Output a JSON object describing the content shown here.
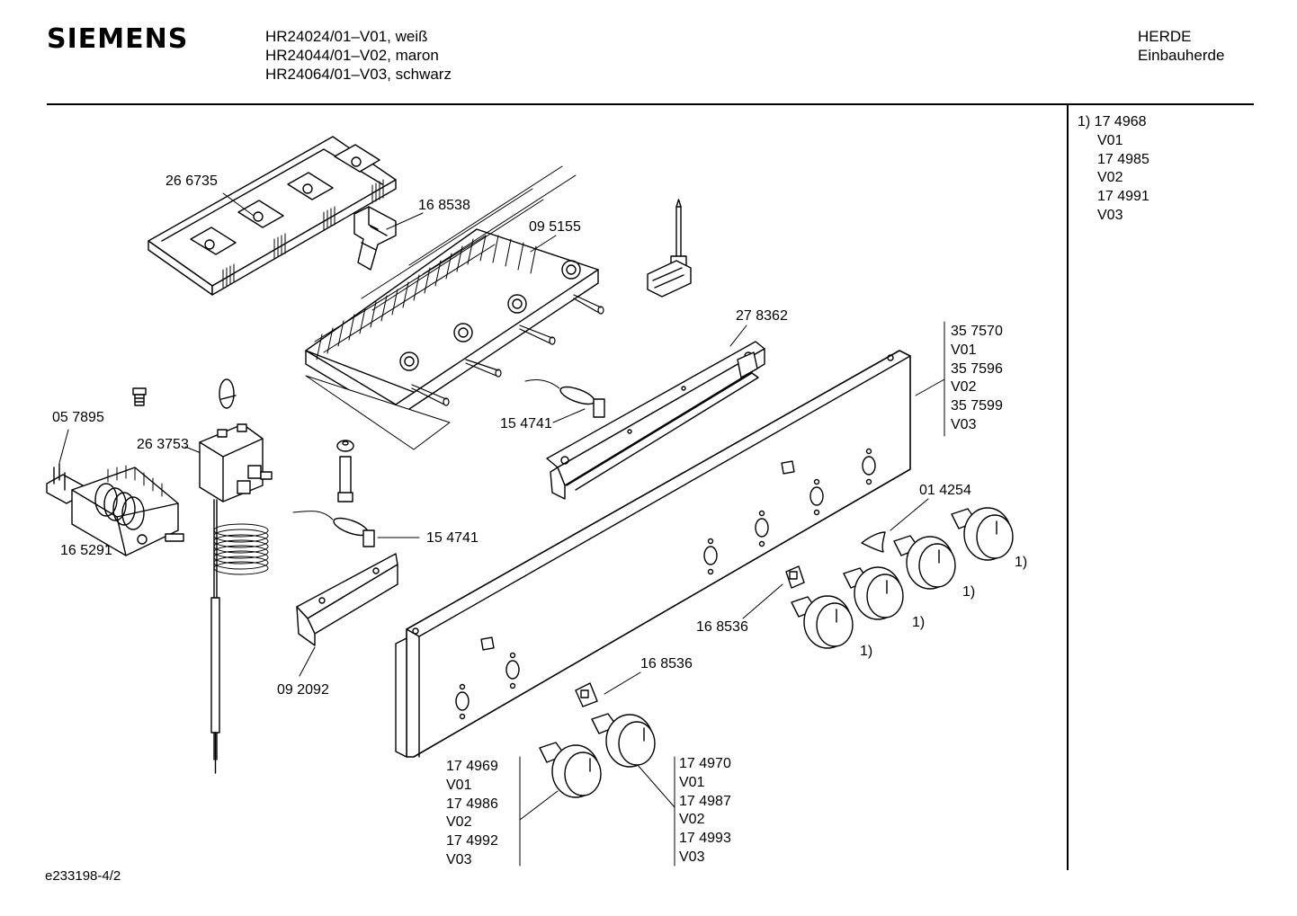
{
  "brand": "SIEMENS",
  "models": [
    "HR24024/01–V01, weiß",
    "HR24044/01–V02, maron",
    "HR24064/01–V03, schwarz"
  ],
  "category": [
    "HERDE",
    "Einbauherde"
  ],
  "side_note": [
    "1) 17 4968",
    "V01",
    "17 4985",
    "V02",
    "17 4991",
    "V03"
  ],
  "parts": {
    "p266735": "26 6735",
    "p168538": "16 8538",
    "p095155": "09 5155",
    "p278362": "27 8362",
    "p057895": "05 7895",
    "p263753": "26 3753",
    "p154741a": "15 4741",
    "p154741b": "15 4741",
    "p165291": "16 5291",
    "p014254": "01 4254",
    "p168536a": "16 8536",
    "p168536b": "16 8536",
    "p092092": "09 2092"
  },
  "panel_block": [
    "35 7570",
    "V01",
    "35 7596",
    "V02",
    "35 7599",
    "V03"
  ],
  "knob_block_left": [
    "17 4969",
    "V01",
    "17 4986",
    "V02",
    "17 4992",
    "V03"
  ],
  "knob_block_right": [
    "17 4970",
    "V01",
    "17 4987",
    "V02",
    "17 4993",
    "V03"
  ],
  "footnote_marks": [
    "1)",
    "1)",
    "1)",
    "1)"
  ],
  "footer": "e233198-4/2"
}
